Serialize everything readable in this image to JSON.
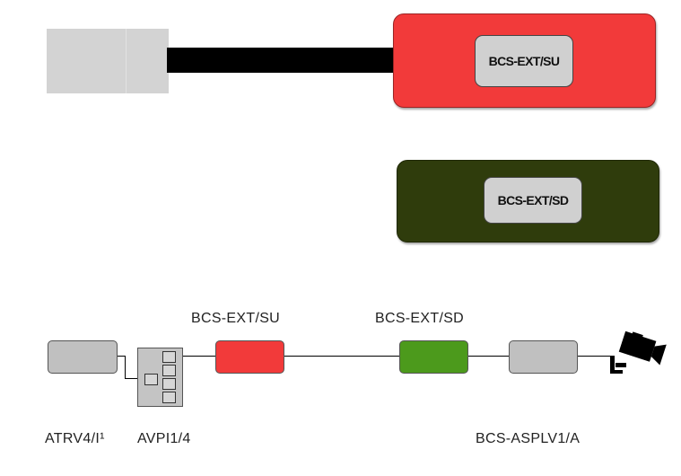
{
  "top_device": {
    "label": "BCS-EXT/SU",
    "color": "#f23a3a"
  },
  "mid_device": {
    "label": "BCS-EXT/SD",
    "color": "#2f3c0c"
  },
  "schematic": {
    "label_su": "BCS-EXT/SU",
    "label_sd": "BCS-EXT/SD",
    "label_atrv": "ATRV4/I¹",
    "label_avpi": "AVPI1/4",
    "label_asplv": "BCS-ASPLV1/A",
    "colors": {
      "su": "#f23a3a",
      "sd": "#4c9a1c",
      "grey": "#c0c0c0"
    },
    "icons": [
      "camera-icon"
    ]
  }
}
